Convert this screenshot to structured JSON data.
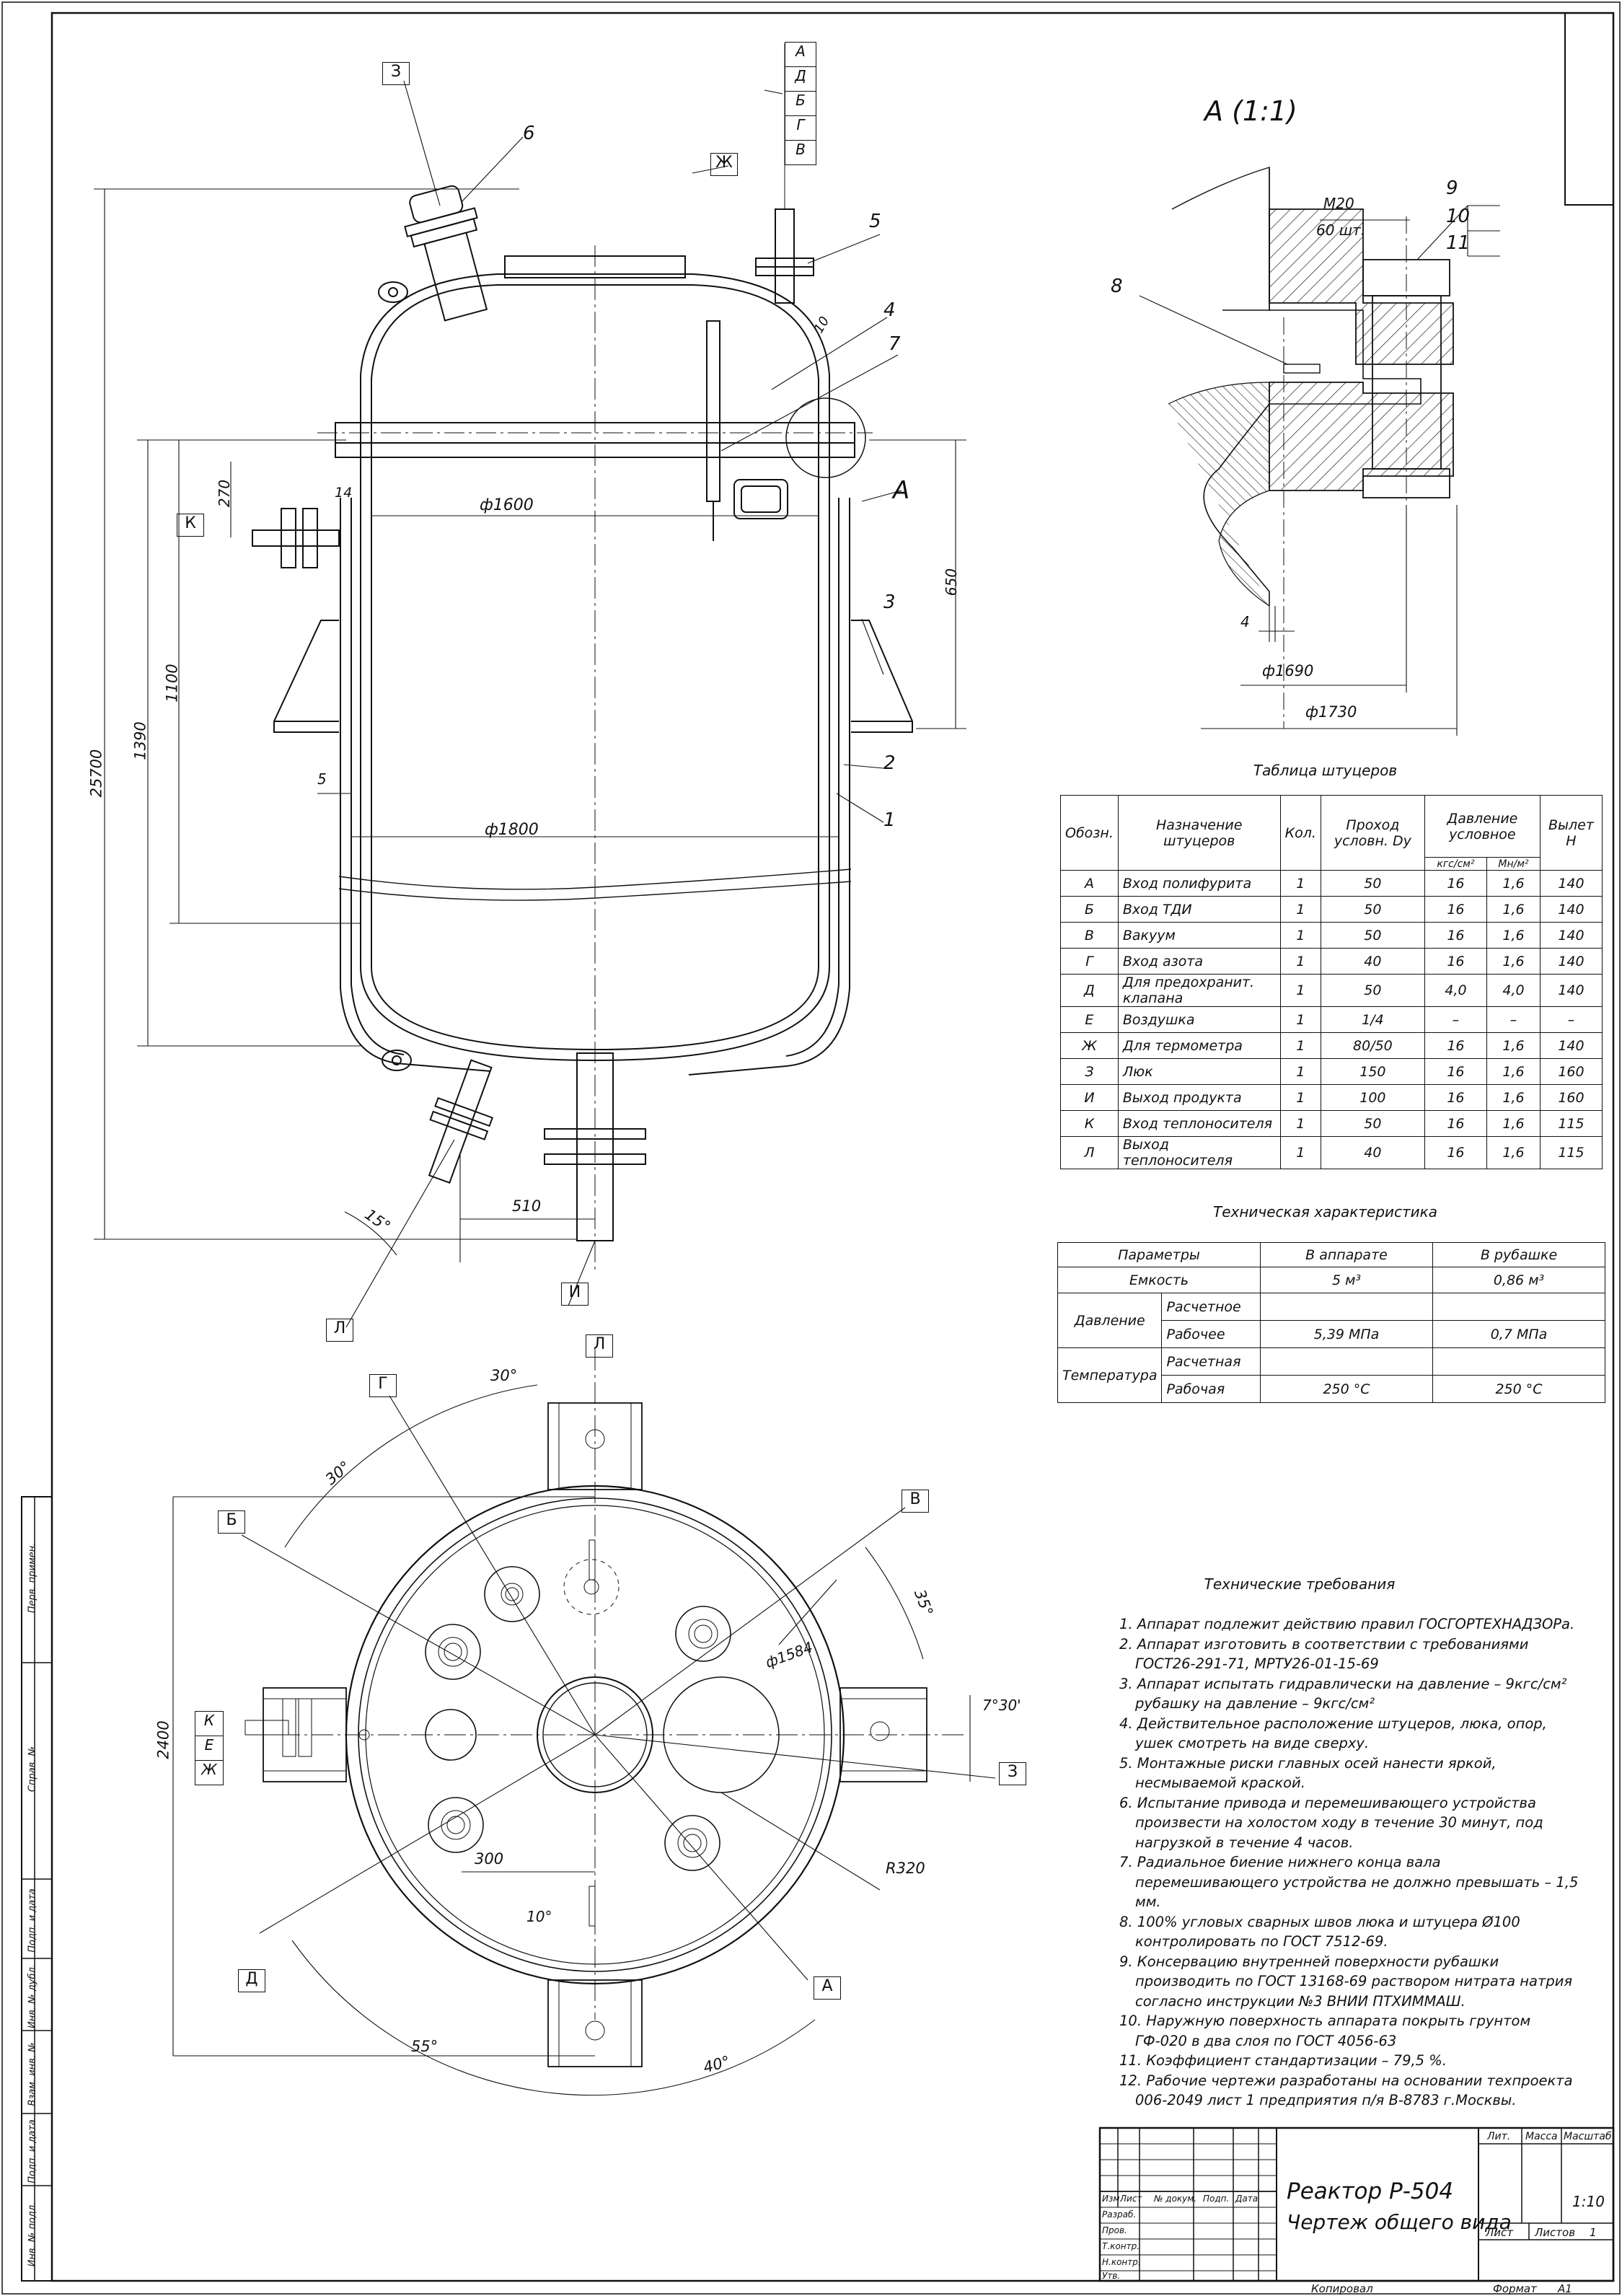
{
  "view_titles": {
    "section": "А (1:1)",
    "nozzle_table": "Таблица штуцеров",
    "tech_char": "Техническая характеристика",
    "tech_req": "Технические требования"
  },
  "main_view": {
    "dims": {
      "overall_height": "25700",
      "h1390": "1390",
      "h1100": "1100",
      "h270": "270",
      "h14": "14",
      "h5": "5",
      "h650": "650",
      "dia_1600": "ф1600",
      "dia_1800": "ф1800",
      "d510": "510",
      "a15": "15°",
      "d10": "10"
    },
    "positions": [
      "1",
      "2",
      "3",
      "4",
      "5",
      "6",
      "7"
    ],
    "letters": {
      "Z": "З",
      "ZH": "Ж",
      "K": "К",
      "L": "Л",
      "I": "И",
      "A": "А"
    },
    "stack": [
      "А",
      "Д",
      "Б",
      "Г",
      "В"
    ]
  },
  "detail": {
    "bolt": "М20",
    "qty": "60 шт.",
    "pos": [
      "8",
      "9",
      "10",
      "11"
    ],
    "d4": "4",
    "d1690": "ф1690",
    "d1730": "ф1730"
  },
  "plan": {
    "letters": [
      "Л",
      "Г",
      "Б",
      "В",
      "К",
      "Е",
      "Ж",
      "З",
      "Д",
      "А"
    ],
    "dims": {
      "a30a": "30°",
      "a30b": "30°",
      "a35": "35°",
      "a7": "7°30'",
      "d1584": "ф1584",
      "r320": "R320",
      "d300": "300",
      "a10": "10°",
      "a55": "55°",
      "a40": "40°",
      "h2400": "2400"
    }
  },
  "nozzle_table": {
    "headers": [
      "Обозн.",
      "Назначение штуцеров",
      "Кол.",
      "Проход условн. Dу",
      "Давление условное",
      "кгс/см²",
      "Мн/м²",
      "Вылет Н"
    ],
    "rows": [
      [
        "А",
        "Вход полифурита",
        "1",
        "50",
        "16",
        "1,6",
        "140"
      ],
      [
        "Б",
        "Вход ТДИ",
        "1",
        "50",
        "16",
        "1,6",
        "140"
      ],
      [
        "В",
        "Вакуум",
        "1",
        "50",
        "16",
        "1,6",
        "140"
      ],
      [
        "Г",
        "Вход азота",
        "1",
        "40",
        "16",
        "1,6",
        "140"
      ],
      [
        "Д",
        "Для предохранит. клапана",
        "1",
        "50",
        "4,0",
        "4,0",
        "140"
      ],
      [
        "Е",
        "Воздушка",
        "1",
        "1/4",
        "–",
        "–",
        "–"
      ],
      [
        "Ж",
        "Для термометра",
        "1",
        "80/50",
        "16",
        "1,6",
        "140"
      ],
      [
        "З",
        "Люк",
        "1",
        "150",
        "16",
        "1,6",
        "160"
      ],
      [
        "И",
        "Выход продукта",
        "1",
        "100",
        "16",
        "1,6",
        "160"
      ],
      [
        "К",
        "Вход теплоносителя",
        "1",
        "50",
        "16",
        "1,6",
        "115"
      ],
      [
        "Л",
        "Выход теплоносителя",
        "1",
        "40",
        "16",
        "1,6",
        "115"
      ]
    ]
  },
  "tech_char": {
    "headers": [
      "Параметры",
      "В аппарате",
      "В рубашке"
    ],
    "capacity": [
      "Емкость",
      "5 м³",
      "0,86 м³"
    ],
    "pressure": "Давление",
    "temperature": "Температура",
    "calc_p": "Расчетное",
    "work_p": [
      "Рабочее",
      "5,39 МПа",
      "0,7 МПа"
    ],
    "calc_t": "Расчетная",
    "work_t": [
      "Рабочая",
      "250 °С",
      "250 °С"
    ]
  },
  "requirements": [
    "1. Аппарат подлежит действию правил ГОСГОРТЕХНАДЗОРа.",
    "2. Аппарат изготовить в соответствии с требованиями ГОСТ26-291-71, МРТУ26-01-15-69",
    "3. Аппарат испытать гидравлически на давление – 9кгс/см² рубашку на давление – 9кгс/см²",
    "4. Действительное расположение штуцеров, люка, опор, ушек смотреть на виде сверху.",
    "5. Монтажные риски главных осей нанести яркой, несмываемой краской.",
    "6. Испытание привода и перемешивающего устройства произвести на холостом ходу в течение 30 минут, под нагрузкой в течение 4 часов.",
    "7. Радиальное биение нижнего конца вала перемешивающего устройства не должно превышать – 1,5 мм.",
    "8. 100% угловых сварных швов люка и штуцера Ø100 контролировать по ГОСТ 7512-69.",
    "9. Консервацию внутренней поверхности рубашки производить по ГОСТ 13168-69 раствором нитрата натрия согласно инструкции №3 ВНИИ ПТХИММАШ.",
    "10. Наружную поверхность аппарата покрыть грунтом ГФ-020 в два слоя по ГОСТ 4056-63",
    "11. Коэффициент стандартизации – 79,5 %.",
    "12. Рабочие чертежи разработаны на основании техпроекта 006-2049 лист 1 предприятия п/я В-8783 г.Москвы."
  ],
  "title_block": {
    "name": "Реактор Р-504",
    "subtitle": "Чертеж общего вида",
    "cols": [
      "Изм",
      "Лист",
      "№ докум.",
      "Подп.",
      "Дата"
    ],
    "rows": [
      "Разраб.",
      "Пров.",
      "Т.контр.",
      "Н.контр.",
      "Утв."
    ],
    "lit": "Лит.",
    "mass": "Масса",
    "scale": "Масштаб",
    "scale_val": "1:10",
    "sheet": "Лист",
    "sheets": "Листов",
    "sheets_val": "1",
    "copied": "Копировал",
    "format": "Формат",
    "format_val": "А1"
  },
  "side_strip": [
    "Перв. примен.",
    "Справ. №",
    "Подп. и дата",
    "Инв. № дубл.",
    "Взам. инв. №",
    "Подп. и дата",
    "Инв. № подл."
  ]
}
